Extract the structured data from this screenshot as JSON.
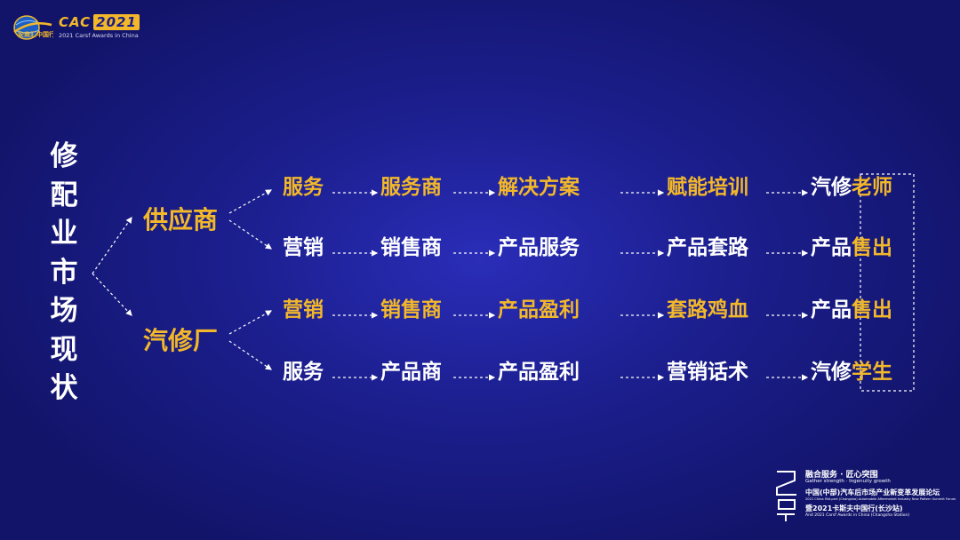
{
  "header": {
    "logo_mark": "安商汇中国行",
    "badge_text": "CAC",
    "badge_year": "2021",
    "badge_subtitle": "2021 Carsf Awards in China"
  },
  "title_chars": [
    "修",
    "配",
    "业",
    "市",
    "场",
    "现",
    "状"
  ],
  "branches": [
    "供应商",
    "汽修厂"
  ],
  "rows": [
    [
      {
        "text": "服务",
        "color": "y"
      },
      {
        "text": "服务商",
        "color": "y"
      },
      {
        "text": "解决方案",
        "color": "y"
      },
      {
        "text": "赋能培训",
        "color": "y"
      },
      {
        "text": "汽修",
        "color": "w",
        "tail": "老师"
      }
    ],
    [
      {
        "text": "营销",
        "color": "w"
      },
      {
        "text": "销售商",
        "color": "w"
      },
      {
        "text": "产品服务",
        "color": "w"
      },
      {
        "text": "产品套路",
        "color": "w"
      },
      {
        "text": "产品",
        "color": "w",
        "tail": "售出"
      }
    ],
    [
      {
        "text": "营销",
        "color": "y"
      },
      {
        "text": "销售商",
        "color": "y"
      },
      {
        "text": "产品盈利",
        "color": "y"
      },
      {
        "text": "套路鸡血",
        "color": "y"
      },
      {
        "text": "产品",
        "color": "w",
        "tail": "售出"
      }
    ],
    [
      {
        "text": "服务",
        "color": "w"
      },
      {
        "text": "产品商",
        "color": "w"
      },
      {
        "text": "产品盈利",
        "color": "w"
      },
      {
        "text": "营销话术",
        "color": "w"
      },
      {
        "text": "汽修",
        "color": "w",
        "tail": "学生"
      }
    ]
  ],
  "colors": {
    "accent": "#f2b82a",
    "text": "#ffffff",
    "background": "#1c1f8f"
  },
  "event": {
    "line1": "融合服务 · 匠心突围",
    "line2": "Gather strength · Ingenuity growth",
    "line3": "中国(中部)汽车后市场产业新变革发展论坛",
    "line4": "2021 China Mid-part (Changsha) Automobile Aftermarket Industry New Pattern Summit Forum",
    "line5": "暨2021卡斯夫中国行(长沙站)",
    "line6": "And 2021 Carsf Awards in China (Changsha Station)"
  }
}
